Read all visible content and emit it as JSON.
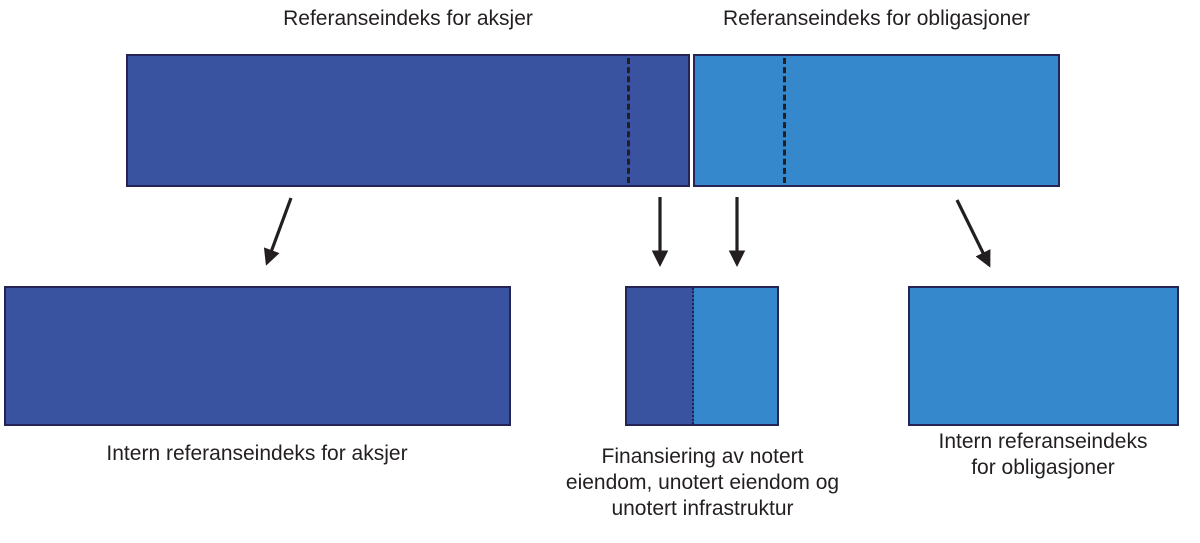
{
  "diagram": {
    "title_top_left": "Referanseindeks for aksjer",
    "title_top_right": "Referanseindeks for obligasjoner",
    "label_bottom_left": "Intern referanseindeks for aksjer",
    "label_bottom_middle": "Finansiering av notert\neiendom, unotert eiendom og\nunotert infrastruktur",
    "label_bottom_right": "Intern referanseindeks\nfor obligasjoner",
    "colors": {
      "equities_blue": "#3a53a0",
      "bonds_blue": "#3488cb",
      "outline": "#262457",
      "arrow": "#231f20",
      "text": "#231f20",
      "background": "#ffffff"
    },
    "bars": [
      {
        "name": "top-equities-bar",
        "label": "Referanseindeks for aksjer",
        "color": "#3a53a0",
        "has_dashed_split": true
      },
      {
        "name": "top-bonds-bar",
        "label": "Referanseindeks for obligasjoner",
        "color": "#3488cb",
        "has_dashed_split": true
      },
      {
        "name": "bottom-equities-box",
        "label": "Intern referanseindeks for aksjer",
        "color": "#3a53a0",
        "has_dashed_split": false
      },
      {
        "name": "bottom-financing-box",
        "label": "Finansiering av notert eiendom, unotert eiendom og unotert infrastruktur",
        "color": "#3a53a0 / #3488cb",
        "has_dashed_split": true
      },
      {
        "name": "bottom-bonds-box",
        "label": "Intern referanseindeks for obligasjoner",
        "color": "#3488cb",
        "has_dashed_split": false
      }
    ],
    "arrows": [
      {
        "name": "arrow-equities-to-internal-equities",
        "direction": "down-left"
      },
      {
        "name": "arrow-equities-to-financing",
        "direction": "down"
      },
      {
        "name": "arrow-bonds-to-financing",
        "direction": "down"
      },
      {
        "name": "arrow-bonds-to-internal-bonds",
        "direction": "down-right"
      }
    ]
  }
}
